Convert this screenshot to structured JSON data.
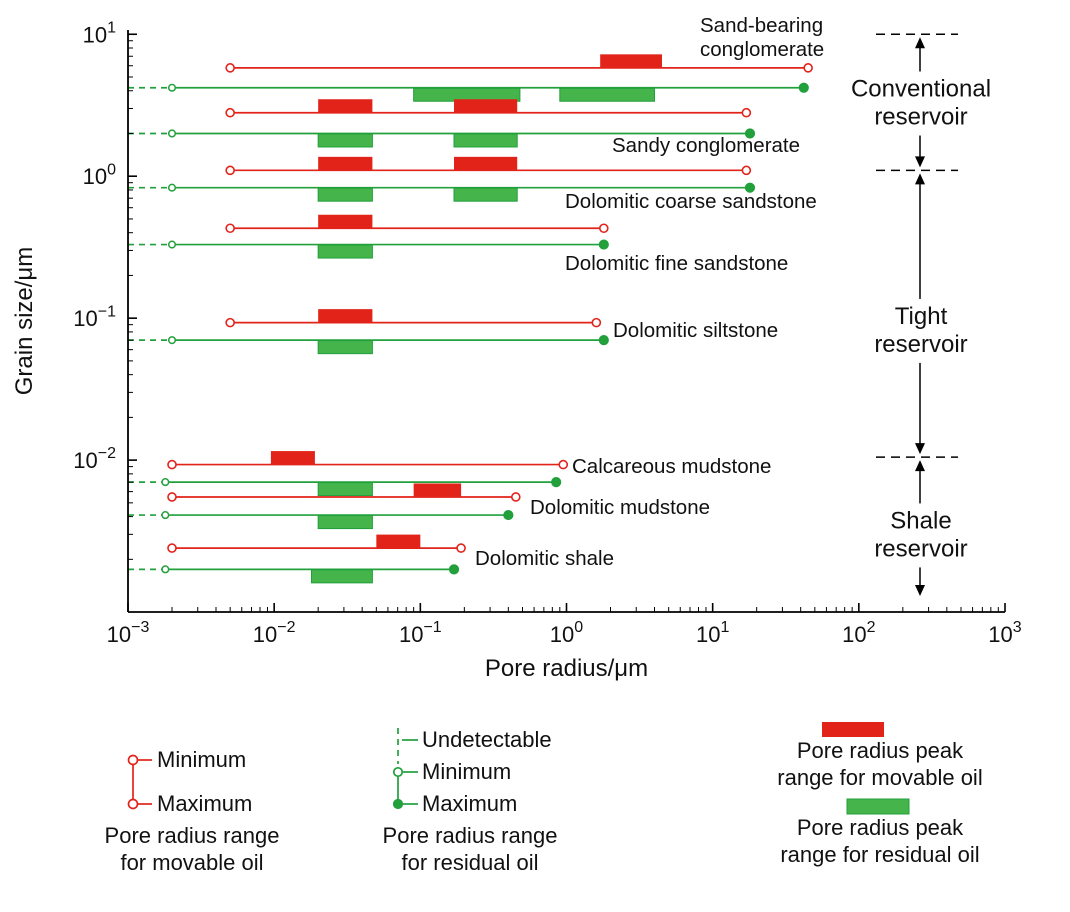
{
  "chart_data": {
    "type": "range-bar",
    "x_axis": {
      "label": "Pore radius/μm",
      "scale": "log",
      "min": 0.001,
      "max": 1000,
      "tick_exponents": [
        -3,
        -2,
        -1,
        0,
        1,
        2,
        3
      ]
    },
    "y_axis": {
      "label": "Grain size/μm",
      "scale": "log",
      "min": 0.001,
      "max": 10,
      "tick_exponents": [
        1,
        0,
        -1,
        -2
      ]
    },
    "colors": {
      "movable_oil": "#e2231a",
      "residual_oil": "#21a03c",
      "residual_bar_fill": "#45b44b"
    },
    "series": [
      {
        "name": "Sand-bearing conglomerate",
        "label_lines": [
          "Sand-bearing",
          "conglomerate"
        ],
        "movable": {
          "grain": 5.8,
          "min": 0.005,
          "max": 45,
          "peaks": [
            [
              1.7,
              4.5
            ]
          ]
        },
        "residual": {
          "grain": 4.2,
          "min": 0.002,
          "max": 42,
          "peaks": [
            [
              0.09,
              0.48
            ],
            [
              0.9,
              4.0
            ]
          ]
        }
      },
      {
        "name": "Sandy conglomerate",
        "label_lines": [
          "Sandy conglomerate"
        ],
        "movable": {
          "grain": 2.8,
          "min": 0.005,
          "max": 17,
          "peaks": [
            [
              0.02,
              0.047
            ],
            [
              0.17,
              0.46
            ]
          ]
        },
        "residual": {
          "grain": 2.0,
          "min": 0.002,
          "max": 18,
          "peaks": [
            [
              0.02,
              0.047
            ],
            [
              0.17,
              0.46
            ]
          ]
        }
      },
      {
        "name": "Dolomitic coarse sandstone",
        "label_lines": [
          "Dolomitic coarse sandstone"
        ],
        "movable": {
          "grain": 1.1,
          "min": 0.005,
          "max": 17,
          "peaks": [
            [
              0.02,
              0.047
            ],
            [
              0.17,
              0.46
            ]
          ]
        },
        "residual": {
          "grain": 0.83,
          "min": 0.002,
          "max": 18,
          "peaks": [
            [
              0.02,
              0.047
            ],
            [
              0.17,
              0.46
            ]
          ]
        }
      },
      {
        "name": "Dolomitic fine sandstone",
        "label_lines": [
          "Dolomitic fine sandstone"
        ],
        "movable": {
          "grain": 0.43,
          "min": 0.005,
          "max": 1.8,
          "peaks": [
            [
              0.02,
              0.047
            ]
          ]
        },
        "residual": {
          "grain": 0.33,
          "min": 0.002,
          "max": 1.8,
          "peaks": [
            [
              0.02,
              0.047
            ]
          ]
        }
      },
      {
        "name": "Dolomitic siltstone",
        "label_lines": [
          "Dolomitic siltstone"
        ],
        "movable": {
          "grain": 0.093,
          "min": 0.005,
          "max": 1.6,
          "peaks": [
            [
              0.02,
              0.047
            ]
          ]
        },
        "residual": {
          "grain": 0.07,
          "min": 0.002,
          "max": 1.8,
          "peaks": [
            [
              0.02,
              0.047
            ]
          ]
        }
      },
      {
        "name": "Calcareous mudstone",
        "label_lines": [
          "Calcareous mudstone"
        ],
        "movable": {
          "grain": 0.0093,
          "min": 0.002,
          "max": 0.95,
          "peaks": [
            [
              0.0095,
              0.019
            ]
          ]
        },
        "residual": {
          "grain": 0.007,
          "min": 0.0018,
          "max": 0.85,
          "peaks": [
            [
              0.02,
              0.047
            ]
          ]
        }
      },
      {
        "name": "Dolomitic mudstone",
        "label_lines": [
          "Dolomitic mudstone"
        ],
        "movable": {
          "grain": 0.0055,
          "min": 0.002,
          "max": 0.45,
          "peaks": [
            [
              0.09,
              0.19
            ]
          ]
        },
        "residual": {
          "grain": 0.0041,
          "min": 0.0018,
          "max": 0.4,
          "peaks": [
            [
              0.02,
              0.047
            ]
          ]
        }
      },
      {
        "name": "Dolomitic shale",
        "label_lines": [
          "Dolomitic shale"
        ],
        "movable": {
          "grain": 0.0024,
          "min": 0.002,
          "max": 0.19,
          "peaks": [
            [
              0.05,
              0.1
            ]
          ]
        },
        "residual": {
          "grain": 0.0017,
          "min": 0.0018,
          "max": 0.17,
          "peaks": [
            [
              0.018,
              0.047
            ]
          ]
        }
      }
    ],
    "zones": {
      "boundaries_grain": [
        10,
        1.1,
        0.0105
      ],
      "bottom_grain": 0.00105,
      "items": [
        {
          "line1": "Conventional",
          "line2": "reservoir",
          "from_grain": 10,
          "to_grain": 1.1,
          "label_at_grain": 3.2
        },
        {
          "line1": "Tight",
          "line2": "reservoir",
          "from_grain": 1.1,
          "to_grain": 0.0105,
          "label_at_grain": 0.08
        },
        {
          "line1": "Shale",
          "line2": "reservoir",
          "from_grain": 0.0105,
          "to_grain": 0.00105,
          "label_at_grain": 0.0029
        }
      ]
    }
  },
  "legend": {
    "movable_range": {
      "minimum": "Minimum",
      "maximum": "Maximum",
      "caption_line1": "Pore radius range",
      "caption_line2": "for movable oil"
    },
    "residual_range": {
      "undetectable": "Undetectable",
      "minimum": "Minimum",
      "maximum": "Maximum",
      "caption_line1": "Pore radius range",
      "caption_line2": "for residual oil"
    },
    "movable_peak": {
      "caption_line1": "Pore radius peak",
      "caption_line2": "range for movable oil"
    },
    "residual_peak": {
      "caption_line1": "Pore radius peak",
      "caption_line2": "range for residual oil"
    }
  }
}
